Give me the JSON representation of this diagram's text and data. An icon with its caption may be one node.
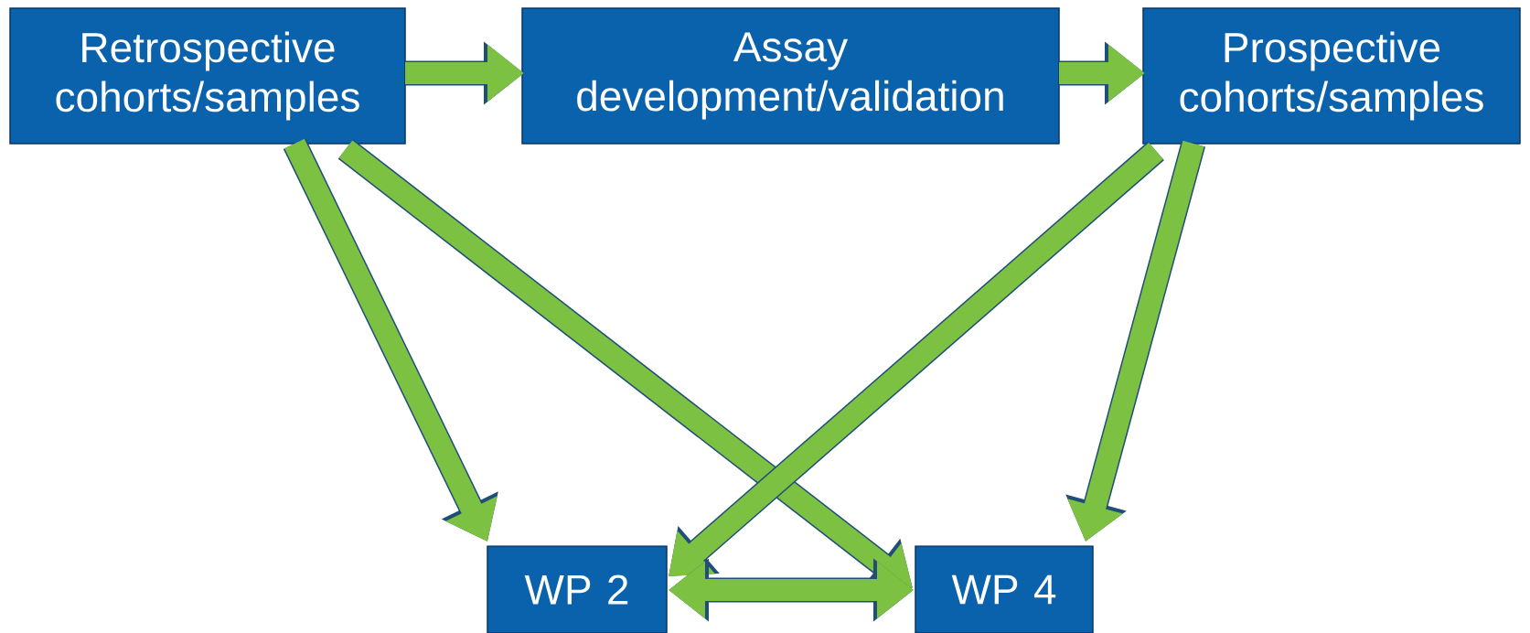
{
  "diagram": {
    "nodes": [
      {
        "text": [
          "Retrospective cohorts/samples"
        ]
      },
      {
        "text": [
          "Assay development/validation"
        ]
      },
      {
        "text": [
          "Prospective cohorts/samples"
        ]
      },
      {
        "text": [
          "WP 2"
        ]
      },
      {
        "text": [
          "WP 4"
        ]
      }
    ],
    "edges": [
      {
        "from": 0,
        "to": 1,
        "arrow": "to"
      },
      {
        "from": 1,
        "to": 2,
        "arrow": "to"
      },
      {
        "from": 0,
        "to": 3,
        "arrow": "to"
      },
      {
        "from": 0,
        "to": 4,
        "arrow": "to"
      },
      {
        "from": 2,
        "to": 3,
        "arrow": "to"
      },
      {
        "from": 2,
        "to": 4,
        "arrow": "to"
      },
      {
        "from": 3,
        "to": 4,
        "arrow": "both"
      }
    ]
  }
}
